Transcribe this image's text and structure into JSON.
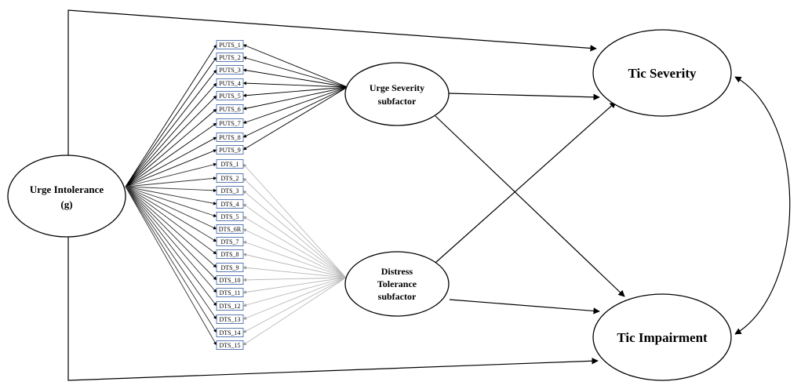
{
  "latent": {
    "g": {
      "lines": [
        "Urge Intolerance",
        "(g)"
      ]
    },
    "urge_severity": {
      "lines": [
        "Urge Severity",
        "subfactor"
      ]
    },
    "distress_tolerance": {
      "lines": [
        "Distress",
        "Tolerance",
        "subfactor"
      ]
    },
    "tic_severity": {
      "lines": [
        "Tic Severity"
      ]
    },
    "tic_impairment": {
      "lines": [
        "Tic Impairment"
      ]
    }
  },
  "indicators": {
    "puts": [
      "PUTS_1",
      "PUTS_2",
      "PUTS_3",
      "PUTS_4",
      "PUTS_5",
      "PUTS_6",
      "PUTS_7",
      "PUTS_8",
      "PUTS_9"
    ],
    "dts": [
      "DTS_1",
      "DTS_2",
      "DTS_3",
      "DTS_4",
      "DTS_5",
      "DTS_6R",
      "DTS_7",
      "DTS_8",
      "DTS_9",
      "DTS_10",
      "DTS_11",
      "DTS_12",
      "DTS_13",
      "DTS_14",
      "DTS_15"
    ]
  },
  "colors": {
    "line": "#000000",
    "g_to_dts": "#333333",
    "dts_loading": "#b8b8b8",
    "box_border": "#5b7bb5"
  }
}
